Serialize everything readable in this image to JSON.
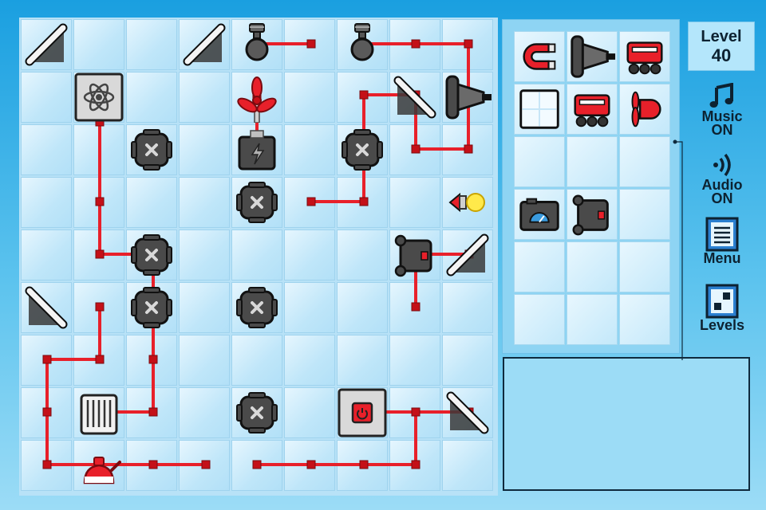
{
  "hud": {
    "level_label": "Level",
    "level_number": "40",
    "music_line1": "Music",
    "music_line2": "ON",
    "audio_line1": "Audio",
    "audio_line2": "ON",
    "menu_label": "Menu",
    "levels_label": "Levels"
  },
  "board": {
    "columns": 9,
    "rows": 9,
    "colors": {
      "wire": "#e8202a",
      "node": "#c41018",
      "tile_light": "#e6f6fe",
      "tile_dark": "#b2e0f7",
      "block": "#4a4a4a",
      "panel": "#8ed4f3"
    },
    "pieces": [
      {
        "type": "mirror-slash-icon",
        "col": 0,
        "row": 0
      },
      {
        "type": "mirror-slash-icon",
        "col": 3,
        "row": 0
      },
      {
        "type": "generator-pulley-icon",
        "col": 4,
        "row": 0
      },
      {
        "type": "generator-pulley-icon",
        "col": 6,
        "row": 0
      },
      {
        "type": "atom-generator-icon",
        "col": 1,
        "row": 1
      },
      {
        "type": "fan-propeller-icon",
        "col": 4,
        "row": 1
      },
      {
        "type": "mirror-backslash-icon",
        "col": 7,
        "row": 1
      },
      {
        "type": "laser-emitter-icon",
        "col": 8,
        "row": 1
      },
      {
        "type": "blocker-x-icon",
        "col": 2,
        "row": 2
      },
      {
        "type": "battery-box-icon",
        "col": 4,
        "row": 2
      },
      {
        "type": "blocker-x-icon",
        "col": 6,
        "row": 2
      },
      {
        "type": "blocker-x-icon",
        "col": 4,
        "row": 3
      },
      {
        "type": "light-bulb-icon",
        "col": 8,
        "row": 3
      },
      {
        "type": "blocker-x-icon",
        "col": 2,
        "row": 4
      },
      {
        "type": "light-switch-box-icon",
        "col": 7,
        "row": 4
      },
      {
        "type": "mirror-slash-icon",
        "col": 8,
        "row": 4
      },
      {
        "type": "mirror-backslash-icon",
        "col": 0,
        "row": 5
      },
      {
        "type": "blocker-x-icon",
        "col": 2,
        "row": 5
      },
      {
        "type": "blocker-x-icon",
        "col": 4,
        "row": 5
      },
      {
        "type": "heater-radiator-icon",
        "col": 1,
        "row": 7
      },
      {
        "type": "blocker-x-icon",
        "col": 4,
        "row": 7
      },
      {
        "type": "power-button-icon",
        "col": 6,
        "row": 7
      },
      {
        "type": "mirror-backslash-icon",
        "col": 8,
        "row": 7
      },
      {
        "type": "kettle-icon",
        "col": 1,
        "row": 8
      }
    ]
  },
  "inventory": {
    "columns": 3,
    "rows": 6,
    "items": [
      {
        "type": "magnet-icon",
        "col": 0,
        "row": 0
      },
      {
        "type": "laser-emitter-icon",
        "col": 1,
        "row": 0
      },
      {
        "type": "robot-cart-icon",
        "col": 2,
        "row": 0
      },
      {
        "type": "ice-block-icon",
        "col": 0,
        "row": 1
      },
      {
        "type": "robot-cart-icon",
        "col": 1,
        "row": 1
      },
      {
        "type": "propeller-icon",
        "col": 2,
        "row": 1
      },
      {
        "type": "gauge-box-icon",
        "col": 0,
        "row": 3
      },
      {
        "type": "light-switch-box-icon",
        "col": 1,
        "row": 3
      }
    ]
  }
}
